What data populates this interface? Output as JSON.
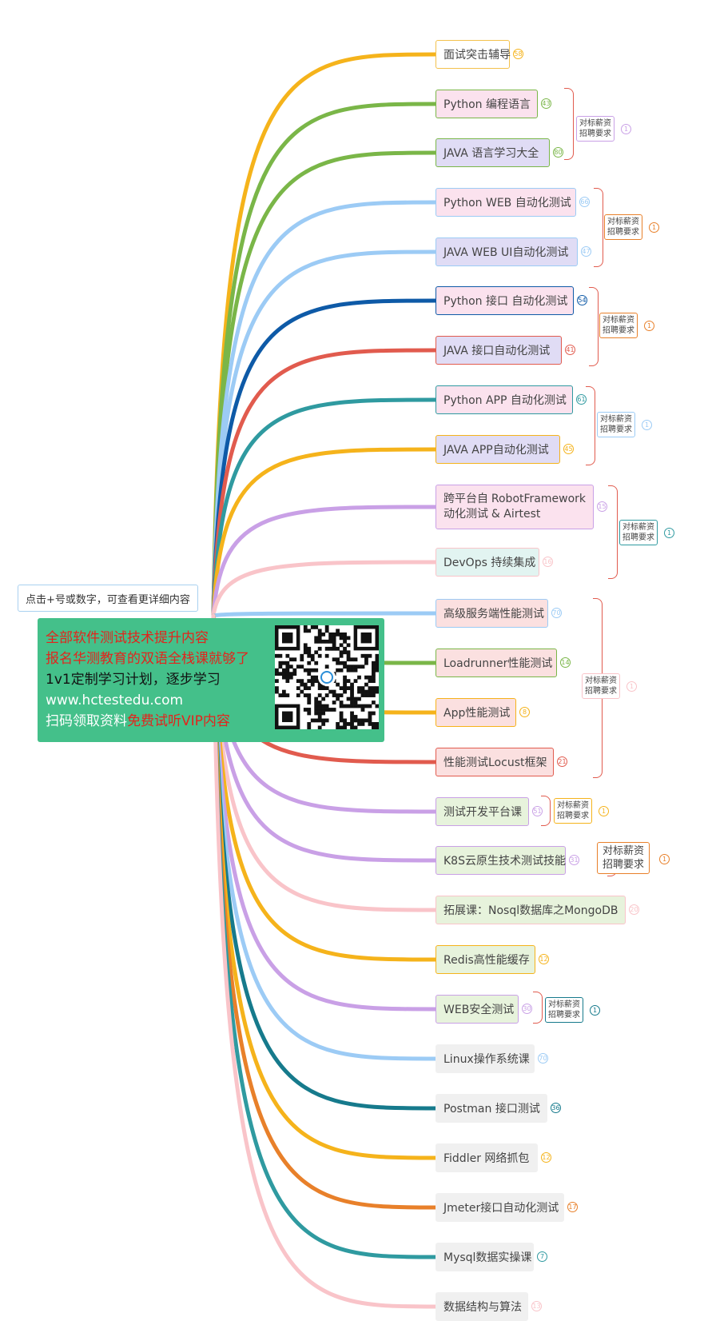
{
  "hint": "点击+号或数字，可查看更详细内容",
  "promo": {
    "line1": "全部软件测试技术提升内容",
    "line2": "报名华测教育的双语全栈课就够了",
    "line3": "1v1定制学习计划，逐步学习",
    "line4": "www.hctestedu.com",
    "line5_a": "扫码领取资料",
    "line5_b": "免费试听VIP内容"
  },
  "colors": {
    "promo_bg": "#44c08a",
    "promo_highlight": "#e3241c"
  },
  "nodes": [
    {
      "label": "面试突击辅导",
      "badge": "58",
      "color": "#f5b31b",
      "bg": "#ffffff",
      "border": "#f3c14c"
    },
    {
      "label": "Python 编程语言",
      "badge": "43",
      "color": "#7ab648",
      "bg": "#fbe2ee",
      "border": "#7ab648"
    },
    {
      "label": "JAVA 语言学习大全",
      "badge": "80",
      "color": "#7ab648",
      "bg": "#e0dcf5",
      "border": "#7ab648"
    },
    {
      "label": "Python WEB 自动化测试",
      "badge": "66",
      "color": "#9ccbf5",
      "bg": "#fbe2ee",
      "border": "#9ccbf5"
    },
    {
      "label": "JAVA WEB UI自动化测试",
      "badge": "47",
      "color": "#9ccbf5",
      "bg": "#e0dcf5",
      "border": "#9ccbf5"
    },
    {
      "label": "Python 接口 自动化测试",
      "badge": "54",
      "color": "#0e5aa7",
      "bg": "#fbe2ee",
      "border": "#0e5aa7"
    },
    {
      "label": "JAVA 接口自动化测试",
      "badge": "41",
      "color": "#e15b4e",
      "bg": "#e0dcf5",
      "border": "#e15b4e"
    },
    {
      "label": "Python APP 自动化测试",
      "badge": "61",
      "color": "#2f9aa0",
      "bg": "#fbe2ee",
      "border": "#2f9aa0"
    },
    {
      "label": "JAVA APP自动化测试",
      "badge": "45",
      "color": "#f5b31b",
      "bg": "#e0dcf5",
      "border": "#f5b31b"
    },
    {
      "label": "跨平台自动化测试\nRobotFramework & Airtest",
      "badge": "15",
      "color": "#c9a0e6",
      "bg": "#fbe2ee",
      "border": "#c9a0e6"
    },
    {
      "label": "DevOps 持续集成",
      "badge": "16",
      "color": "#f9c4c9",
      "bg": "#e2f4f1",
      "border": "#f9c4c9"
    },
    {
      "label": "高级服务端性能测试",
      "badge": "70",
      "color": "#9ccbf5",
      "bg": "#fbe0e0",
      "border": "#9ccbf5"
    },
    {
      "label": "Loadrunner性能测试",
      "badge": "14",
      "color": "#7ab648",
      "bg": "#fbe0e0",
      "border": "#7ab648"
    },
    {
      "label": "App性能测试",
      "badge": "8",
      "color": "#f5b31b",
      "bg": "#fbe0e0",
      "border": "#f5b31b"
    },
    {
      "label": "性能测试Locust框架",
      "badge": "21",
      "color": "#e15b4e",
      "bg": "#fbe0e0",
      "border": "#e15b4e"
    },
    {
      "label": "测试开发平台课",
      "badge": "51",
      "color": "#c9a0e6",
      "bg": "#e7f3dc",
      "border": "#c9a0e6"
    },
    {
      "label": "K8S云原生技术测试技能",
      "badge": "31",
      "color": "#c9a0e6",
      "bg": "#e7f3dc",
      "border": "#c9a0e6"
    },
    {
      "label": "拓展课：Nosql数据库之MongoDB",
      "badge": "20",
      "color": "#f9c4c9",
      "bg": "#e7f3dc",
      "border": "#f9c4c9"
    },
    {
      "label": "Redis高性能缓存",
      "badge": "12",
      "color": "#f5b31b",
      "bg": "#e7f3dc",
      "border": "#f5b31b"
    },
    {
      "label": "WEB安全测试",
      "badge": "30",
      "color": "#c9a0e6",
      "bg": "#e7f3dc",
      "border": "#c9a0e6"
    },
    {
      "label": "Linux操作系统课",
      "badge": "70",
      "color": "#9ccbf5",
      "bg": "#f0f0f0",
      "border": "#f0f0f0"
    },
    {
      "label": "Postman 接口测试",
      "badge": "36",
      "color": "#167a8c",
      "bg": "#f0f0f0",
      "border": "#f0f0f0"
    },
    {
      "label": "Fiddler 网络抓包",
      "badge": "12",
      "color": "#f5b31b",
      "bg": "#f0f0f0",
      "border": "#f0f0f0"
    },
    {
      "label": "Jmeter接口自动化测试",
      "badge": "17",
      "color": "#e8802a",
      "bg": "#f0f0f0",
      "border": "#f0f0f0"
    },
    {
      "label": "Mysql数据实操课",
      "badge": "7",
      "color": "#2f9aa0",
      "bg": "#f0f0f0",
      "border": "#f0f0f0"
    },
    {
      "label": "数据结构与算法",
      "badge": "13",
      "color": "#f9c4c9",
      "bg": "#f0f0f0",
      "border": "#f0f0f0"
    }
  ],
  "groups": [
    {
      "label": "对标薪资\n招聘要求",
      "badge": "1",
      "color": "#c9a0e6"
    },
    {
      "label": "对标薪资\n招聘要求",
      "badge": "1",
      "color": "#e8802a"
    },
    {
      "label": "对标薪资\n招聘要求",
      "badge": "1",
      "color": "#e8802a"
    },
    {
      "label": "对标薪资\n招聘要求",
      "badge": "1",
      "color": "#9ccbf5"
    },
    {
      "label": "对标薪资\n招聘要求",
      "badge": "1",
      "color": "#2f9aa0"
    },
    {
      "label": "对标薪资\n招聘要求",
      "badge": "1",
      "color": "#f9c4c9"
    },
    {
      "label": "对标薪资\n招聘要求",
      "badge": "1",
      "color": "#f5b31b"
    },
    {
      "label": "对标薪资\n招聘要求",
      "badge": "1",
      "color": "#e8802a"
    },
    {
      "label": "对标薪资\n招聘要求",
      "badge": "1",
      "color": "#167a8c"
    }
  ],
  "brace_color": "#e15b4e"
}
